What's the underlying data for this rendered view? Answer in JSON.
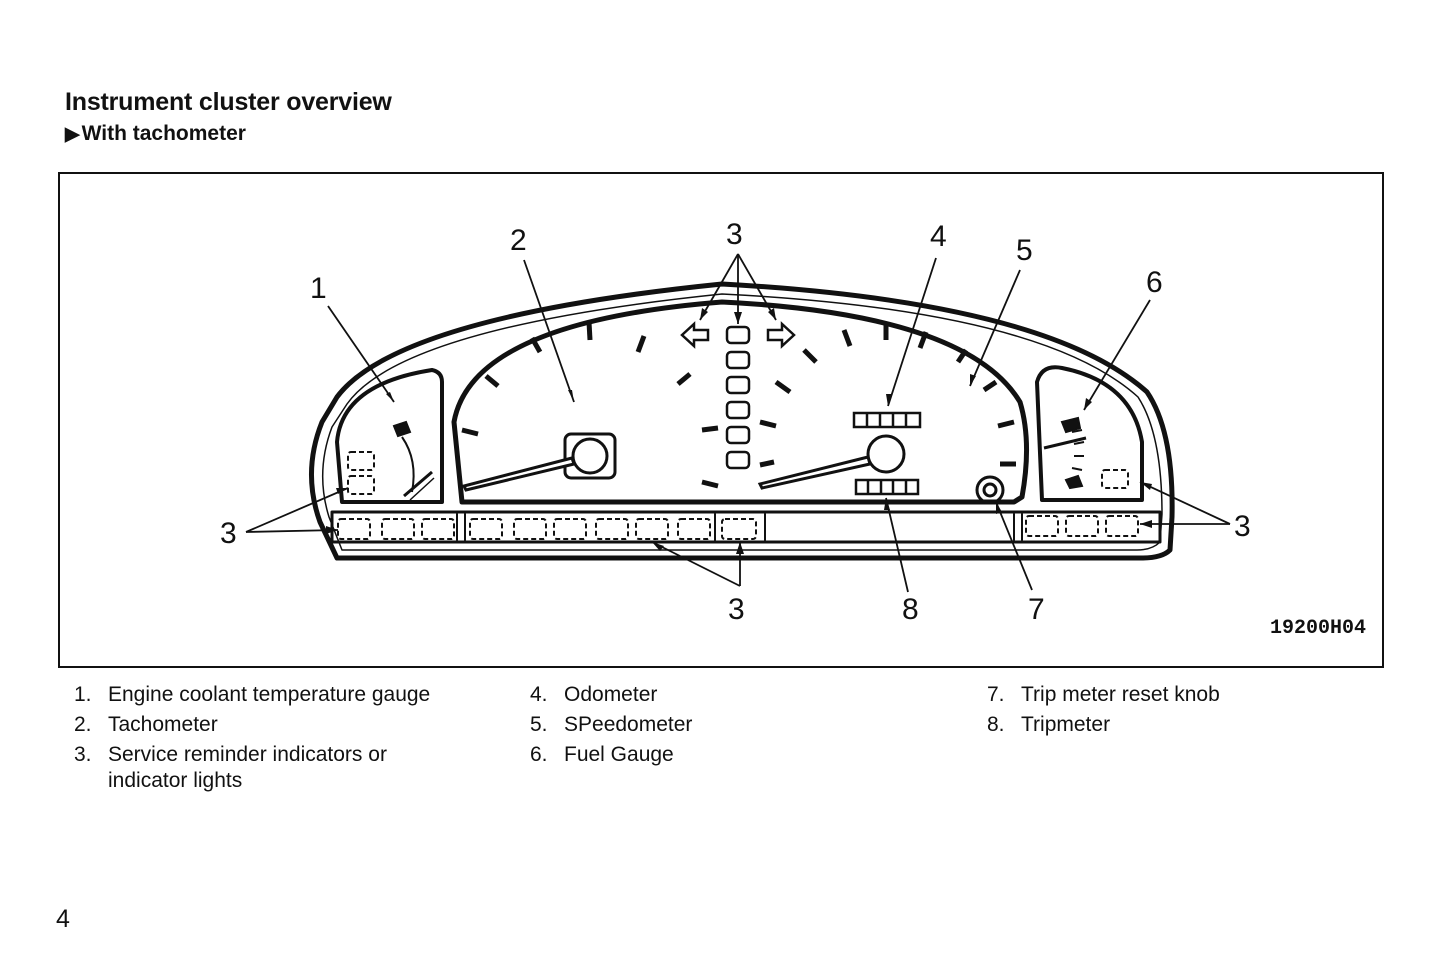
{
  "page": {
    "title": "Instrument cluster overview",
    "subtitle_marker": "▶",
    "subtitle": "With tachometer",
    "page_number": "4"
  },
  "figure": {
    "code": "19200H04",
    "callouts": [
      "1",
      "2",
      "3",
      "4",
      "5",
      "6",
      "3",
      "3",
      "8",
      "7",
      "3"
    ]
  },
  "legend": [
    {
      "num": "1.",
      "text": "Engine coolant temperature gauge"
    },
    {
      "num": "2.",
      "text": "Tachometer"
    },
    {
      "num": "3.",
      "text": "Service reminder indicators or indicator lights"
    },
    {
      "num": "4.",
      "text": "Odometer"
    },
    {
      "num": "5.",
      "text": "SPeedometer"
    },
    {
      "num": "6.",
      "text": "Fuel Gauge"
    },
    {
      "num": "7.",
      "text": "Trip meter reset knob"
    },
    {
      "num": "8.",
      "text": "Tripmeter"
    }
  ]
}
